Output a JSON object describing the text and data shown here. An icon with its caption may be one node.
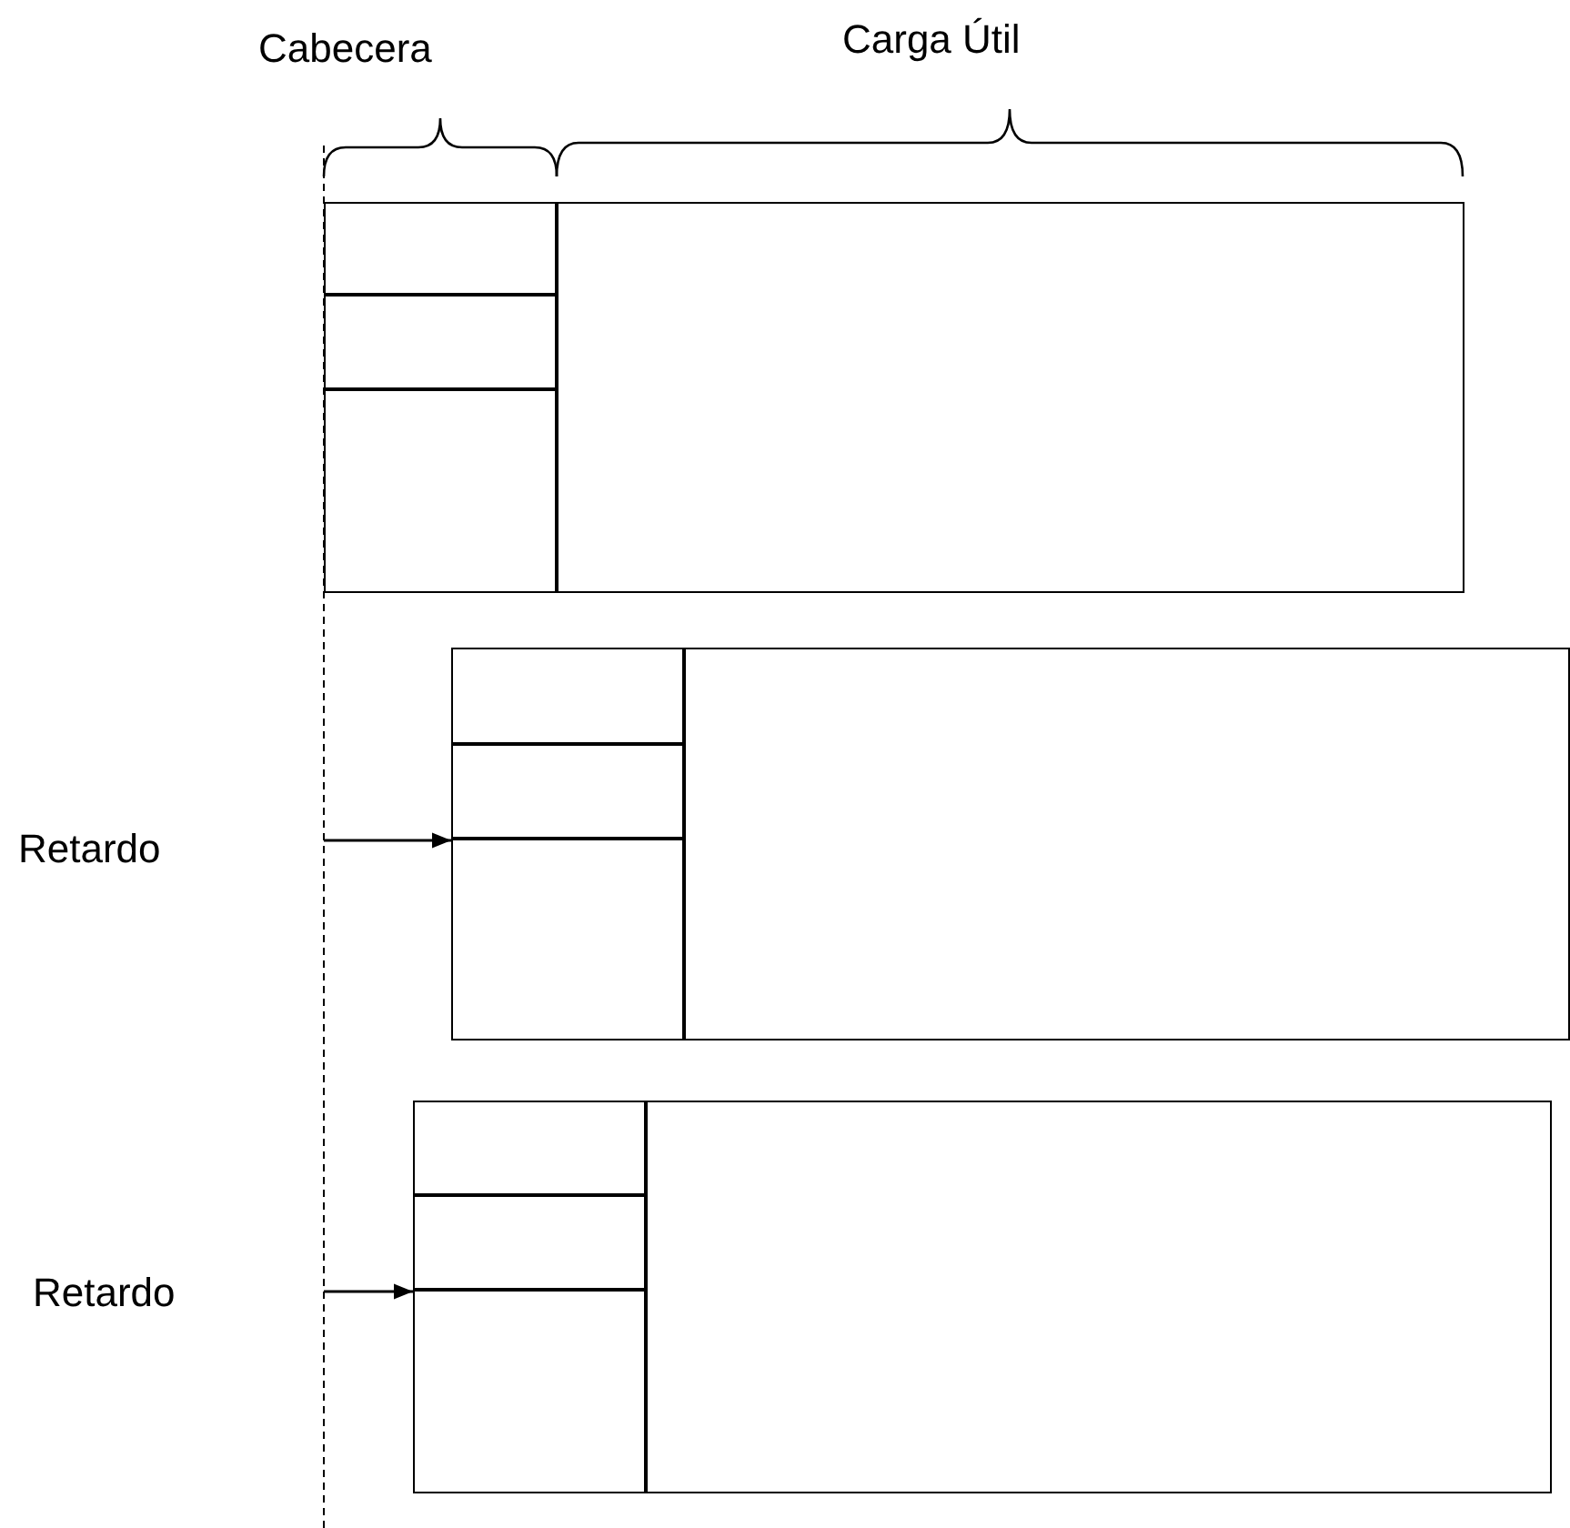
{
  "diagram": {
    "nodes": [
      {
        "text": [],
        "shape": "box"
      },
      {
        "text": [],
        "shape": "box"
      },
      {
        "text": [],
        "shape": "box"
      },
      {
        "text": [],
        "shape": "box"
      },
      {
        "text": [],
        "shape": "box"
      },
      {
        "text": [],
        "shape": "box"
      },
      {
        "text": [],
        "shape": "box"
      },
      {
        "text": [],
        "shape": "box"
      },
      {
        "text": [],
        "shape": "box"
      },
      {
        "text": [],
        "shape": "box"
      },
      {
        "text": [],
        "shape": "box"
      },
      {
        "text": [],
        "shape": "box"
      }
    ],
    "edges": [
      {
        "from": null,
        "to": 6,
        "arrow": "to"
      },
      {
        "from": null,
        "to": 10,
        "arrow": "to"
      }
    ],
    "labels": [
      "Cabecera",
      "Carga Útil",
      "Retardo",
      "Retardo"
    ]
  }
}
